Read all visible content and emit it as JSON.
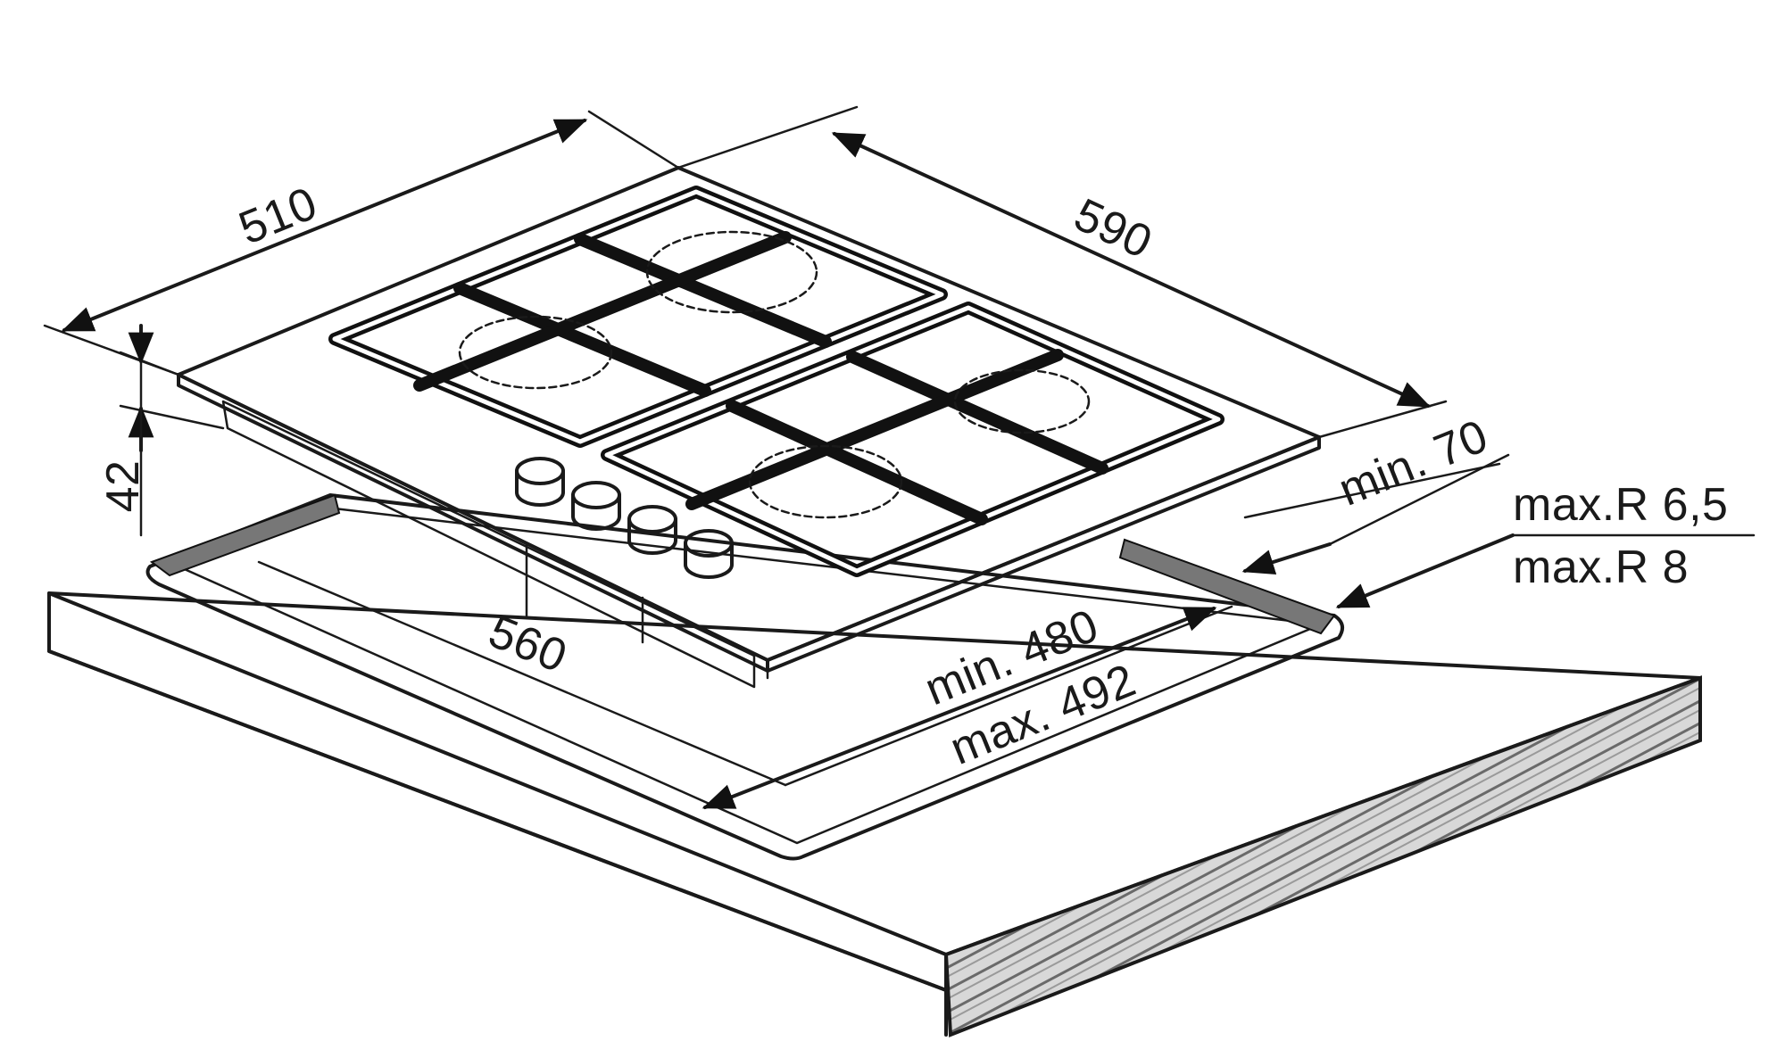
{
  "dimensions": {
    "width": "510",
    "depth": "590",
    "height": "42",
    "cutout_width": "560",
    "cutout_depth_min": "min. 480",
    "cutout_depth_max": "max. 492",
    "clearance_min": "min. 70",
    "radius_max_1": "max.R 6,5",
    "radius_max_2": "max.R 8"
  },
  "hob": {
    "burners": 4,
    "knobs": 4
  }
}
